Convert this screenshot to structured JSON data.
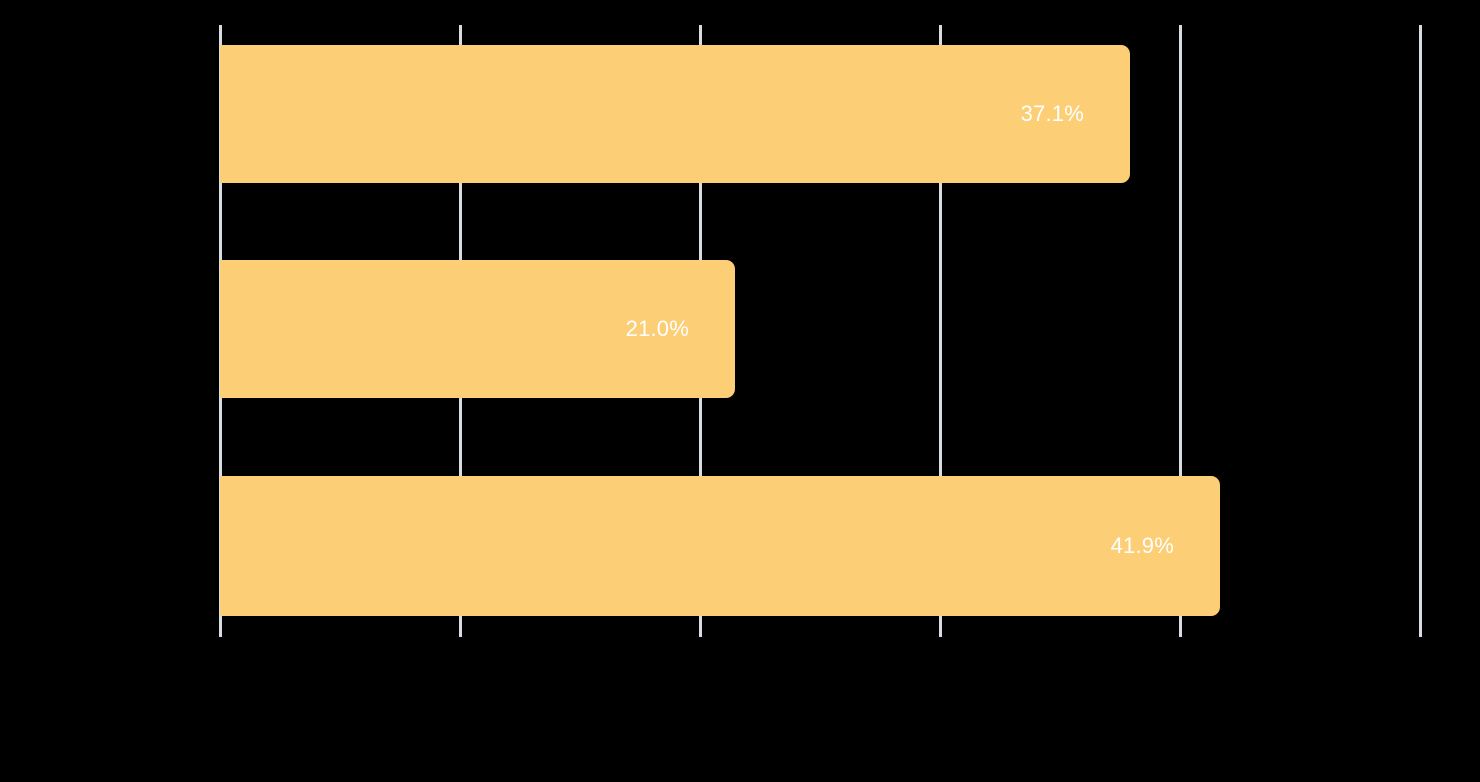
{
  "chart_data": {
    "type": "bar",
    "orientation": "horizontal",
    "title": "",
    "subtitle": "",
    "xlabel": "",
    "ylabel": "",
    "categories": [
      "",
      "",
      ""
    ],
    "values": [
      37.1,
      21.0,
      41.9
    ],
    "value_labels": [
      "37.1%",
      "21.0%",
      "41.9%"
    ],
    "series": [
      {
        "name": "",
        "values": [
          37.1,
          21.0,
          41.9
        ]
      }
    ],
    "xlim": [
      0,
      50
    ],
    "ylim": [
      0,
      3
    ],
    "x_tick_values": [
      0,
      10,
      20,
      30,
      40,
      50
    ],
    "x_tick_labels": [
      "",
      "",
      "",
      "",
      "",
      ""
    ],
    "y_tick_labels": [
      "",
      "",
      ""
    ],
    "grid": true,
    "grid_axis": "x",
    "legend": false,
    "legend_position": "none",
    "bar_color": "#FCCE76",
    "label_color": "#FFFFFF",
    "gridline_color": "#D6DCE0",
    "background_color": "#000000",
    "annotations": []
  },
  "geometry": {
    "gridlines_x": [
      220,
      460,
      700,
      940,
      1180,
      1420
    ],
    "grid_top": 25,
    "grid_bottom": 637,
    "bar_left": 220,
    "bars": [
      {
        "name": "bar-1",
        "label": "37.1%",
        "top": 45,
        "height": 138,
        "right": 1130
      },
      {
        "name": "bar-2",
        "label": "21.0%",
        "top": 260,
        "height": 138,
        "right": 735
      },
      {
        "name": "bar-3",
        "label": "41.9%",
        "top": 476,
        "height": 140,
        "right": 1220
      }
    ],
    "label_inset_right": 46
  }
}
